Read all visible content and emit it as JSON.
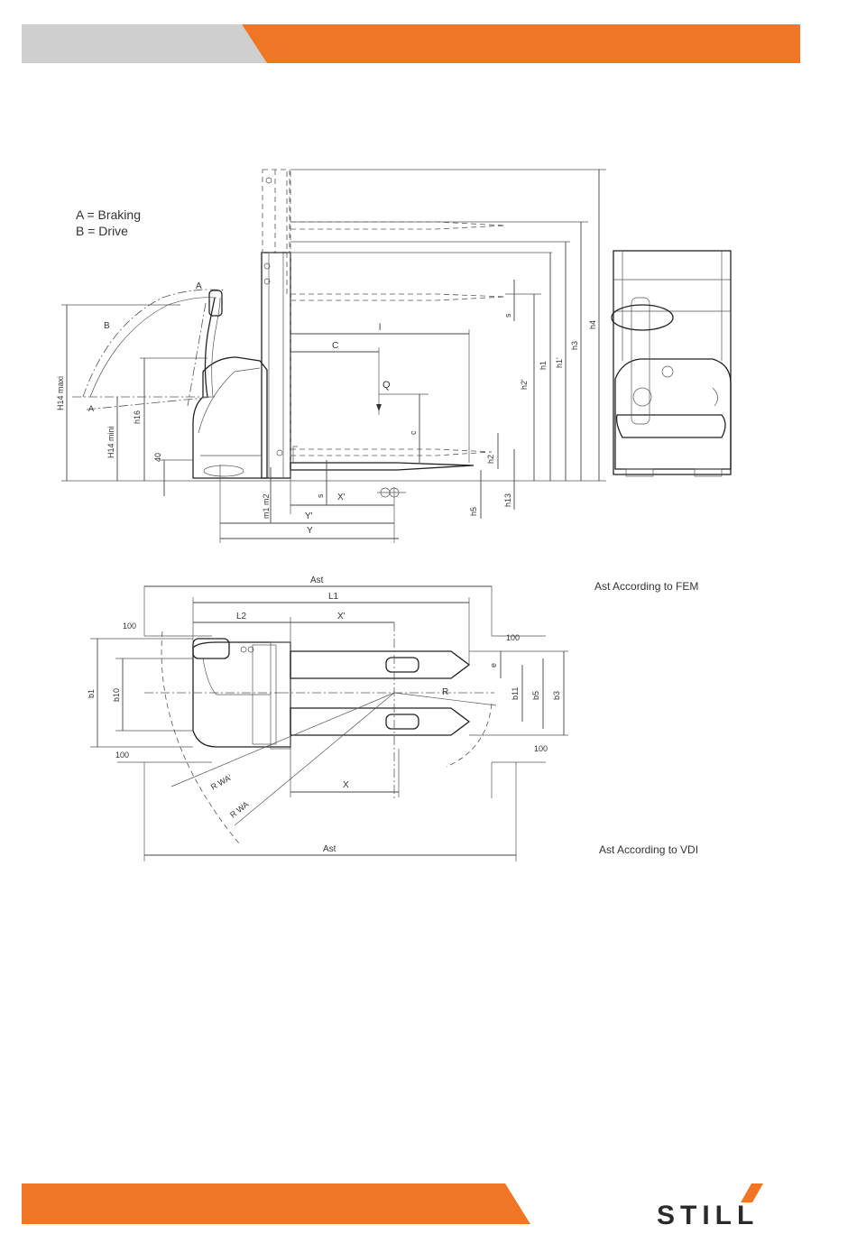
{
  "colors": {
    "accent": "#f07525",
    "header_gray": "#cfcfcf",
    "logo_dark": "#2a2a2a"
  },
  "legend": {
    "braking": "A = Braking",
    "drive": "B = Drive"
  },
  "side_view_labels": {
    "A_top": "A",
    "A_bottom": "A",
    "B": "B",
    "h14_max": "H14 maxi",
    "h14_min": "H14 mini",
    "h16": "h16",
    "h40": "40",
    "m1m2": "m1 m2",
    "s": "s",
    "x_prime": "X'",
    "y_prime": "Y'",
    "y": "Y",
    "l": "l",
    "c_upper": "C",
    "Q": "Q",
    "c_lower": "c",
    "h1": "h1",
    "h1_prime": "h1'",
    "h2_prime": "h2'",
    "h3": "h3",
    "h4": "h4",
    "h2": "h2",
    "h5": "h5",
    "h13": "h13",
    "s_side": "s"
  },
  "top_view_labels": {
    "ast_fem": "Ast",
    "l1": "L1",
    "l2": "L2",
    "x_prime": "X'",
    "x": "X",
    "b1": "b1",
    "b10": "b10",
    "b11": "b11",
    "b5": "b5",
    "b3": "b3",
    "e": "e",
    "r": "R",
    "rwa_prime": "R WA'",
    "rwa": "R WA",
    "ast_vdi": "Ast",
    "clear_100_tl": "100",
    "clear_100_bl": "100",
    "clear_100_tr": "100",
    "clear_100_br": "100"
  },
  "notes": {
    "fem": "Ast According to FEM",
    "vdi": "Ast According to VDI"
  },
  "logo": {
    "text": "STILL"
  }
}
